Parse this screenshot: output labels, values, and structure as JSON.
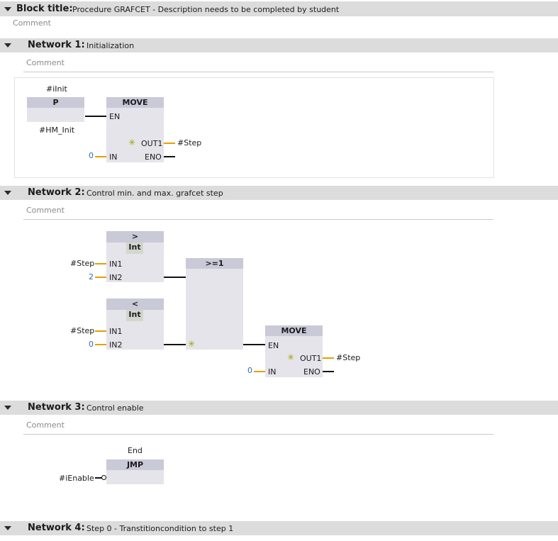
{
  "block": {
    "label": "Block title:",
    "title": "Procedure GRAFCET - Description needs to be completed by student",
    "comment": "Comment"
  },
  "networks": [
    {
      "label": "Network 1:",
      "title": "Initialization",
      "comment": "Comment",
      "p_block": {
        "header": "P",
        "top_operand": "#iInit",
        "bottom_operand": "#HM_Init"
      },
      "move": {
        "header": "MOVE",
        "en": "EN",
        "in": "IN",
        "out1": "OUT1",
        "eno": "ENO",
        "in_value": "0",
        "out_operand": "#Step"
      }
    },
    {
      "label": "Network 2:",
      "title": "Control min. and max. grafcet step",
      "comment": "Comment",
      "gt": {
        "op": ">",
        "type": "Int",
        "in1": "IN1",
        "in2": "IN2",
        "in1_operand": "#Step",
        "in2_value": "2"
      },
      "lt": {
        "op": "<",
        "type": "Int",
        "in1": "IN1",
        "in2": "IN2",
        "in1_operand": "#Step",
        "in2_value": "0"
      },
      "or": {
        "header": ">=1"
      },
      "move": {
        "header": "MOVE",
        "en": "EN",
        "in": "IN",
        "out1": "OUT1",
        "eno": "ENO",
        "in_value": "0",
        "out_operand": "#Step"
      }
    },
    {
      "label": "Network 3:",
      "title": "Control enable",
      "comment": "Comment",
      "jmp": {
        "header": "JMP",
        "label_top": "End",
        "input_operand": "#iEnable"
      }
    },
    {
      "label": "Network 4:",
      "title": "Step 0 - Transtitioncondition to step 1"
    }
  ],
  "colors": {
    "header_bg": "#dcdcdc",
    "block_bg": "#e4e4ea",
    "block_header": "#c9c9d7",
    "wire_orange": "#e4a000",
    "constant_blue": "#2a6fb8"
  }
}
